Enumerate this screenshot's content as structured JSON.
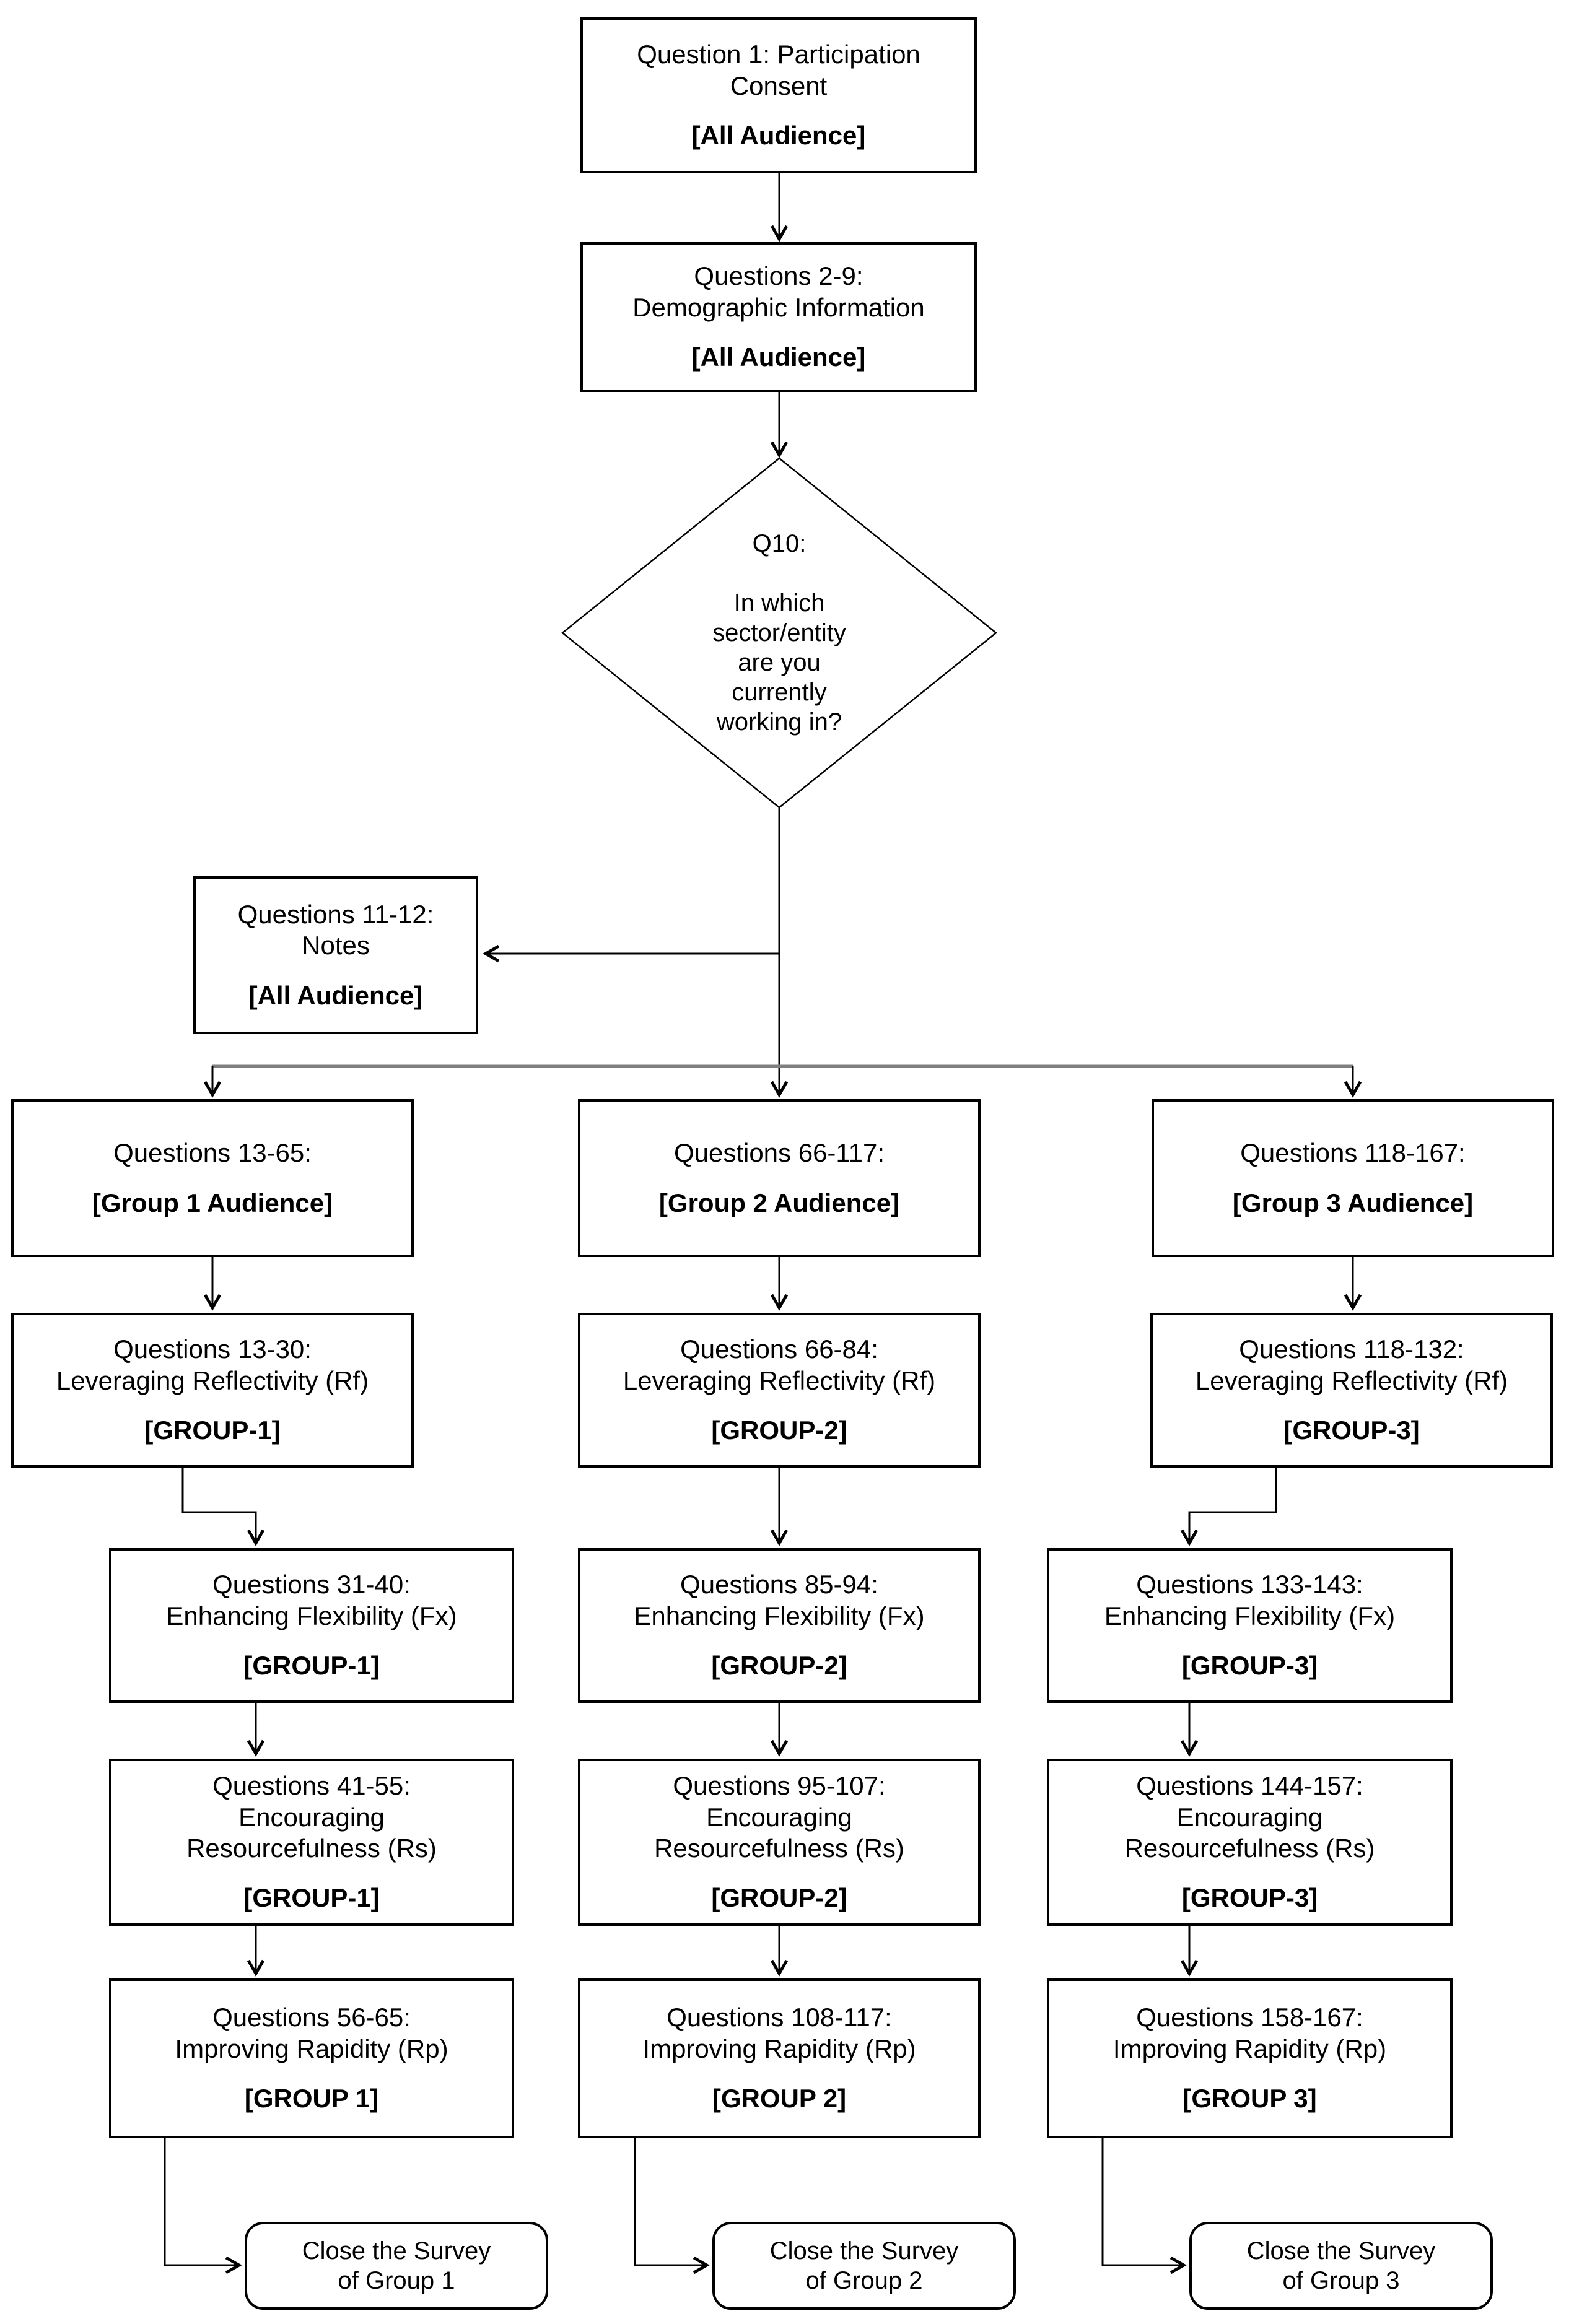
{
  "colors": {
    "background": "#ffffff",
    "node_stroke": "#000000",
    "text": "#000000",
    "branch_line": "#7f7f7f"
  },
  "flow": {
    "consent": {
      "title": "Question 1: Participation\nConsent",
      "audience": "[All Audience]"
    },
    "demographics": {
      "title": "Questions 2-9:\nDemographic Information",
      "audience": "[All Audience]"
    },
    "decision": {
      "label": "Q10:",
      "question": "In which\nsector/entity\nare you\ncurrently\nworking in?"
    },
    "notes": {
      "title": "Questions 11-12:\nNotes",
      "audience": "[All Audience]"
    },
    "groups": [
      {
        "header": {
          "title": "Questions 13-65:",
          "audience": "[Group 1 Audience]"
        },
        "steps": [
          {
            "title": "Questions 13-30:\nLeveraging Reflectivity (Rf)",
            "tag": "[GROUP-1]"
          },
          {
            "title": "Questions 31-40:\nEnhancing Flexibility (Fx)",
            "tag": "[GROUP-1]"
          },
          {
            "title": "Questions 41-55:\nEncouraging\nResourcefulness (Rs)",
            "tag": "[GROUP-1]"
          },
          {
            "title": "Questions 56-65:\nImproving Rapidity (Rp)",
            "tag": "[GROUP 1]"
          }
        ],
        "close": "Close the Survey\nof Group 1"
      },
      {
        "header": {
          "title": "Questions 66-117:",
          "audience": "[Group 2 Audience]"
        },
        "steps": [
          {
            "title": "Questions 66-84:\nLeveraging Reflectivity (Rf)",
            "tag": "[GROUP-2]"
          },
          {
            "title": "Questions 85-94:\nEnhancing Flexibility (Fx)",
            "tag": "[GROUP-2]"
          },
          {
            "title": "Questions 95-107:\nEncouraging\nResourcefulness (Rs)",
            "tag": "[GROUP-2]"
          },
          {
            "title": "Questions 108-117:\nImproving Rapidity (Rp)",
            "tag": "[GROUP 2]"
          }
        ],
        "close": "Close the Survey\nof Group 2"
      },
      {
        "header": {
          "title": "Questions 118-167:",
          "audience": "[Group 3 Audience]"
        },
        "steps": [
          {
            "title": "Questions 118-132:\nLeveraging Reflectivity (Rf)",
            "tag": "[GROUP-3]"
          },
          {
            "title": "Questions 133-143:\nEnhancing Flexibility (Fx)",
            "tag": "[GROUP-3]"
          },
          {
            "title": "Questions 144-157:\nEncouraging\nResourcefulness (Rs)",
            "tag": "[GROUP-3]"
          },
          {
            "title": "Questions 158-167:\nImproving Rapidity (Rp)",
            "tag": "[GROUP 3]"
          }
        ],
        "close": "Close the Survey\nof Group 3"
      }
    ]
  }
}
